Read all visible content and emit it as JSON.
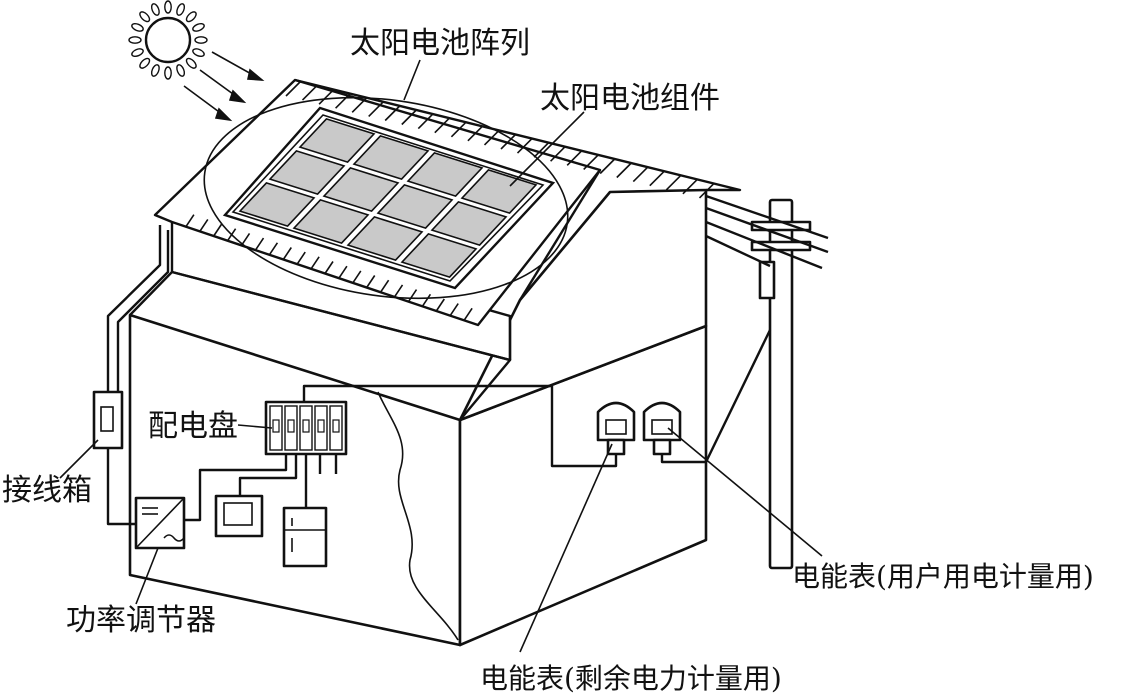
{
  "labels": {
    "solar_array": "太阳电池阵列",
    "solar_module": "太阳电池组件",
    "distribution_panel": "配电盘",
    "junction_box": "接线箱",
    "power_conditioner": "功率调节器",
    "meter_user": "电能表(用户用电计量用)",
    "meter_surplus": "电能表(剩余电力计量用)"
  }
}
